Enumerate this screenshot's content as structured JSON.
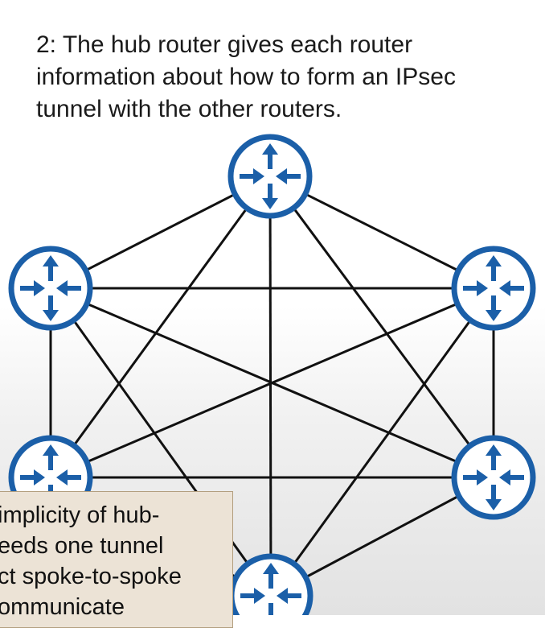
{
  "slide": {
    "title_lines": [
      "2: The hub router gives each router",
      "information about how to form an IPsec",
      "tunnel with the other routers."
    ]
  },
  "diagram": {
    "node_icon": "router-icon",
    "node_count": 6,
    "colors": {
      "router": "#1b5fa8",
      "router_fill": "#ffffff",
      "link": "#111111"
    }
  },
  "note": {
    "lines": [
      "implicity of hub-",
      "eeds one tunnel",
      "ct spoke-to-spoke",
      "ommunicate"
    ]
  }
}
